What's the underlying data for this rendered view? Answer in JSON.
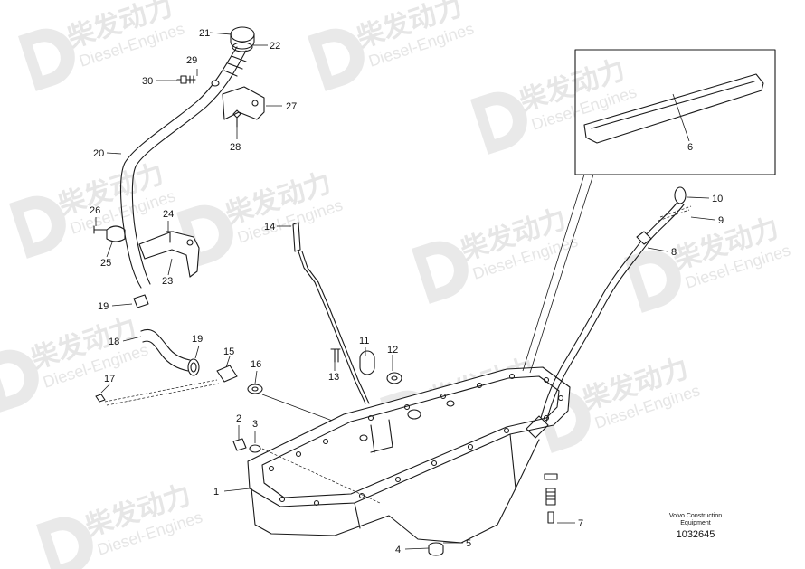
{
  "watermark": {
    "brand_cn": "柴发动力",
    "brand_en": "Diesel-Engines"
  },
  "diagram": {
    "callouts": {
      "c1": "1",
      "c2": "2",
      "c3": "3",
      "c4": "4",
      "c5": "5",
      "c6": "6",
      "c7": "7",
      "c8": "8",
      "c9": "9",
      "c10": "10",
      "c11": "11",
      "c12": "12",
      "c13": "13",
      "c14": "14",
      "c15": "15",
      "c16": "16",
      "c17": "17",
      "c18": "18",
      "c19a": "19",
      "c19b": "19",
      "c20": "20",
      "c21": "21",
      "c22": "22",
      "c23": "23",
      "c24": "24",
      "c25": "25",
      "c26": "26",
      "c27": "27",
      "c28": "28",
      "c29": "29",
      "c30": "30"
    }
  },
  "footer": {
    "publisher_line1": "Volvo Construction",
    "publisher_line2": "Equipment",
    "drawing_number": "1032645"
  }
}
